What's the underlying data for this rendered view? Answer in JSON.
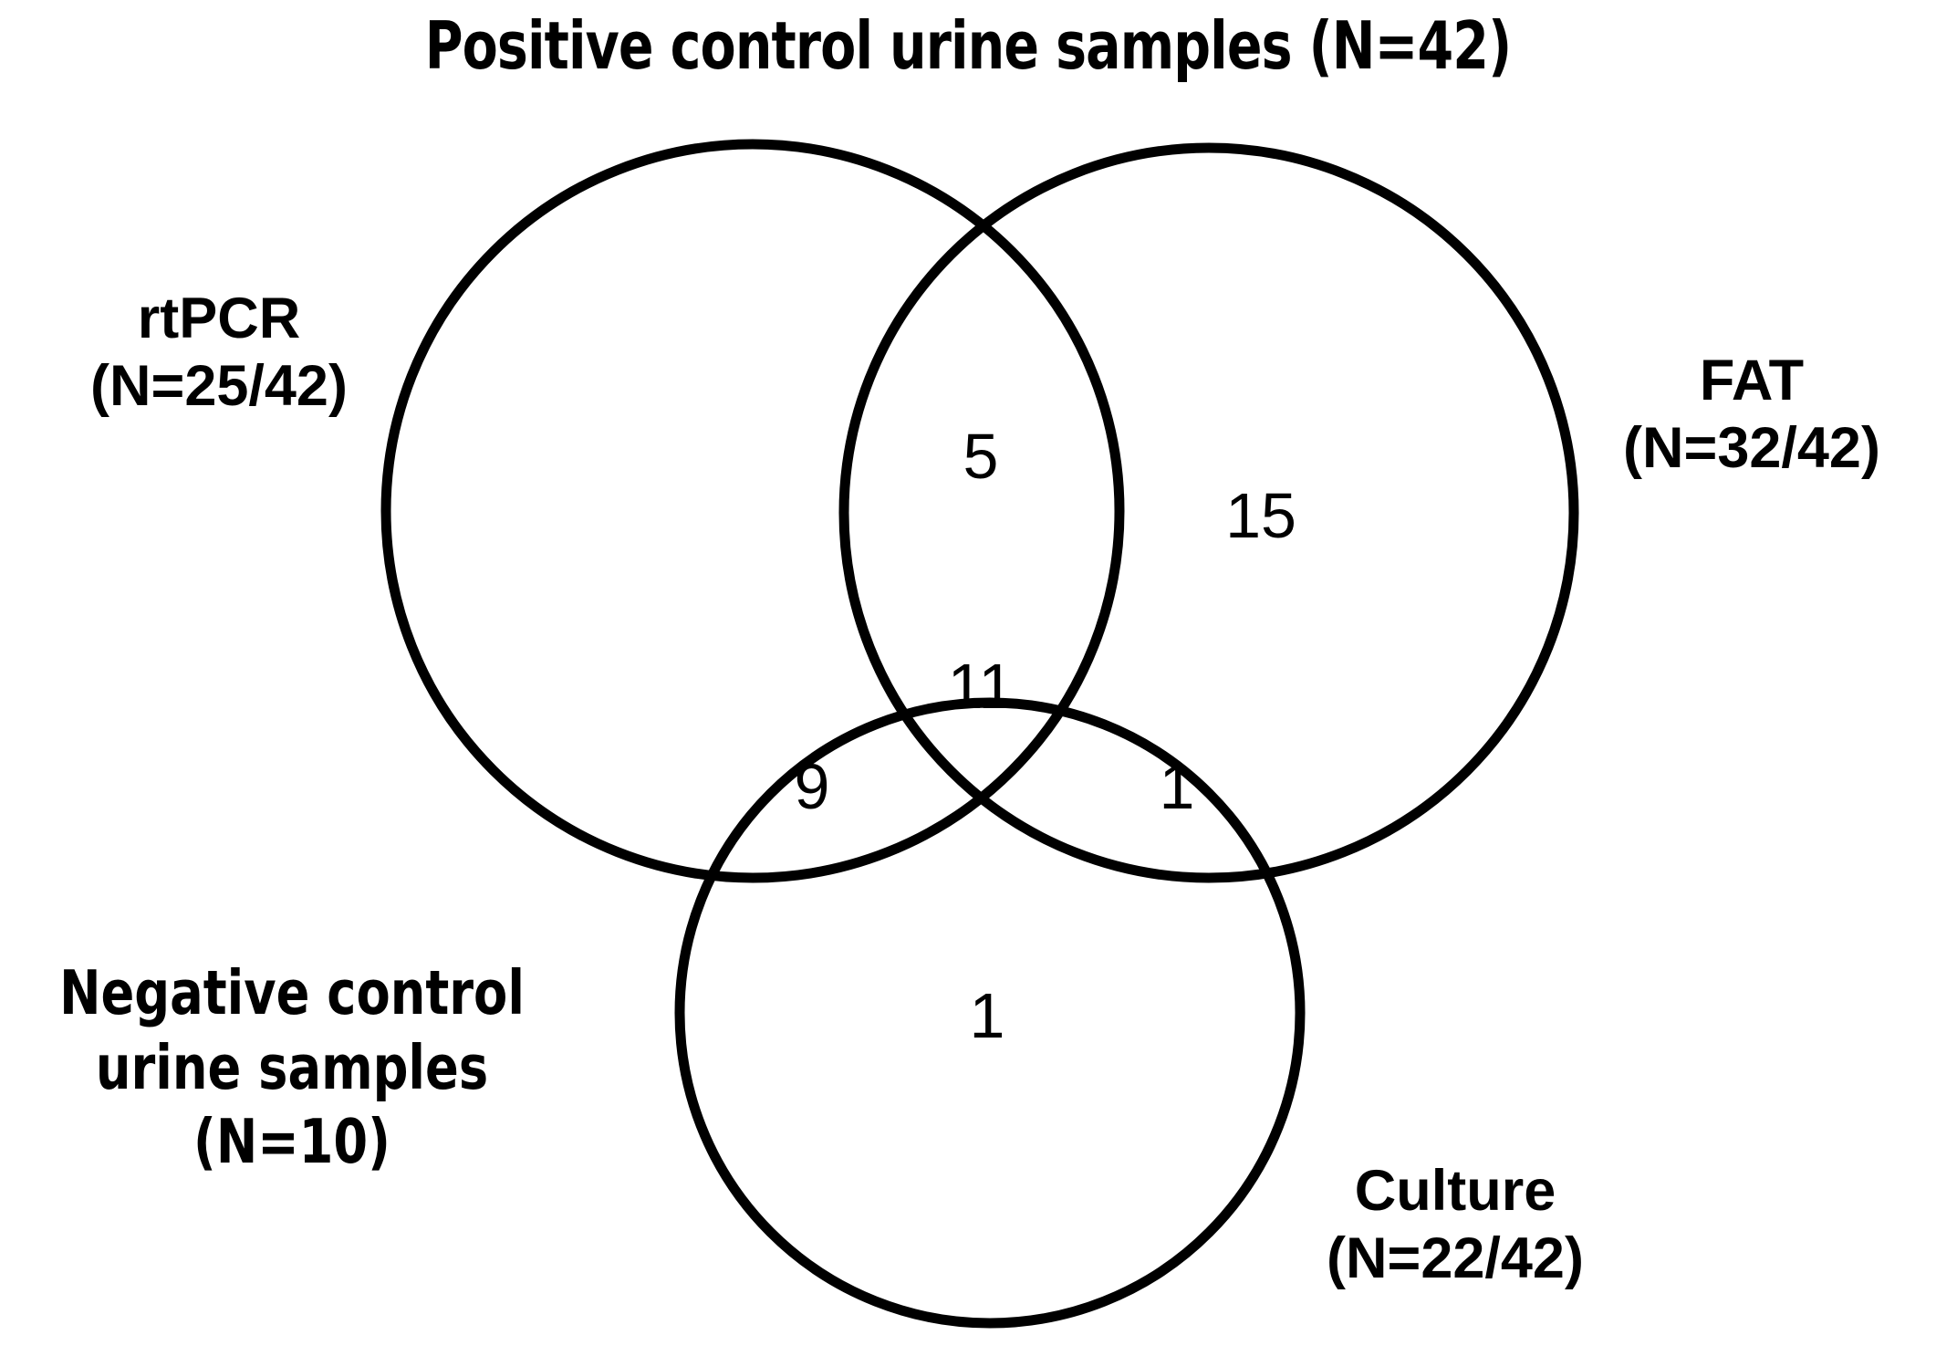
{
  "title": "Positive control urine samples (N=42)",
  "colors": {
    "stroke": "#000000",
    "background": "#ffffff",
    "text": "#000000"
  },
  "labels": {
    "rtpcr": {
      "name": "rtPCR",
      "count": "(N=25/42)"
    },
    "fat": {
      "name": "FAT",
      "count": "(N=32/42)"
    },
    "culture": {
      "name": "Culture",
      "count": "(N=22/42)"
    },
    "negative_control": {
      "line1": "Negative control",
      "line2": "urine samples",
      "line3": "(N=10)"
    }
  },
  "chart_data": {
    "type": "venn",
    "title": "Positive control urine samples (N=42)",
    "total": 42,
    "sets": [
      {
        "id": "rtpcr",
        "label": "rtPCR",
        "sublabel": "(N=25/42)",
        "total": 25
      },
      {
        "id": "fat",
        "label": "FAT",
        "sublabel": "(N=32/42)",
        "total": 32
      },
      {
        "id": "culture",
        "label": "Culture",
        "sublabel": "(N=22/42)",
        "total": 22
      }
    ],
    "regions": [
      {
        "id": "rtpcr_fat",
        "sets": [
          "rtPCR",
          "FAT"
        ],
        "value": 5
      },
      {
        "id": "fat_only",
        "sets": [
          "FAT"
        ],
        "value": 15
      },
      {
        "id": "all_three",
        "sets": [
          "rtPCR",
          "FAT",
          "Culture"
        ],
        "value": 11
      },
      {
        "id": "rtpcr_culture",
        "sets": [
          "rtPCR",
          "Culture"
        ],
        "value": 9
      },
      {
        "id": "fat_culture",
        "sets": [
          "FAT",
          "Culture"
        ],
        "value": 1
      },
      {
        "id": "culture_only",
        "sets": [
          "Culture"
        ],
        "value": 1
      }
    ],
    "annotations": [
      {
        "id": "negative_control",
        "text": "Negative control urine samples (N=10)",
        "position": "bottom-left"
      }
    ],
    "legend": "none",
    "grid": false
  },
  "counts": {
    "rtpcr_fat": "5",
    "fat_only": "15",
    "all_three": "11",
    "rtpcr_culture": "9",
    "fat_culture": "1",
    "culture_only": "1"
  }
}
